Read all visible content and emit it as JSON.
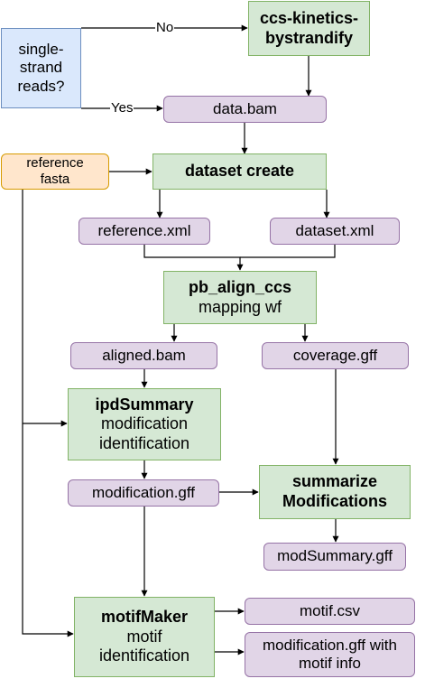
{
  "nodes": {
    "single_strand": "single-\nstrand\nreads?",
    "ccs_kinetics": "ccs-kinetics-\nbystrandify",
    "data_bam": "data.bam",
    "reference_fasta": "reference\nfasta",
    "dataset_create": "dataset create",
    "reference_xml": "reference.xml",
    "dataset_xml": "dataset.xml",
    "pb_align_ccs_title": "pb_align_ccs",
    "pb_align_ccs_sub": "mapping wf",
    "aligned_bam": "aligned.bam",
    "coverage_gff": "coverage.gff",
    "ipdsummary_title": "ipdSummary",
    "ipdsummary_sub": "modification\nidentification",
    "modification_gff": "modification.gff",
    "summarize_title": "summarize\nModifications",
    "modsummary_gff": "modSummary.gff",
    "motifmaker_title": "motifMaker",
    "motifmaker_sub": "motif\nidentification",
    "motif_csv": "motif.csv",
    "modification_gff_motif": "modification.gff with\nmotif info"
  },
  "edge_labels": {
    "no": "No",
    "yes": "Yes"
  },
  "colors": {
    "decision_fill": "#dae8fc",
    "decision_stroke": "#6c8ebf",
    "process_fill": "#d5e8d4",
    "process_stroke": "#82b366",
    "file_fill": "#e1d5e7",
    "file_stroke": "#9673a6",
    "input_fill": "#ffe6cc",
    "input_stroke": "#d79b00"
  }
}
